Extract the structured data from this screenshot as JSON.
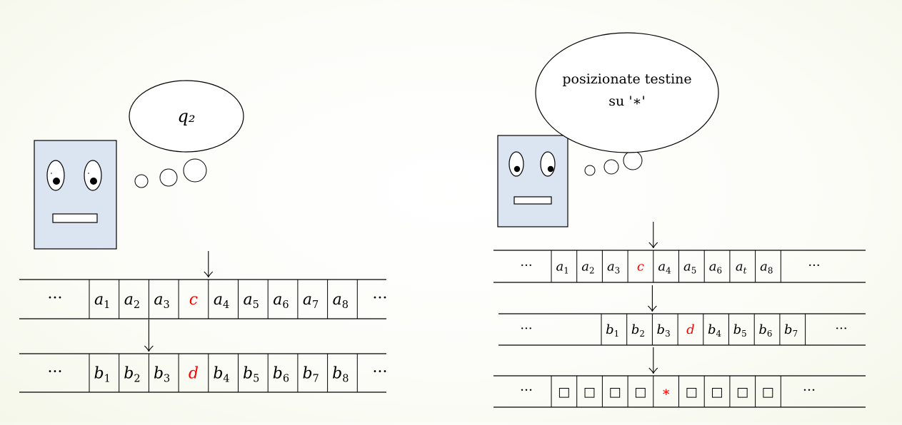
{
  "colors": {
    "background": "#fbfcf6",
    "robot_face": "#dbe5f1",
    "stroke": "#000000",
    "highlight": "#ff0000"
  },
  "left_machine": {
    "thought": "q₂",
    "tape1": {
      "left_ellipsis": "···",
      "right_ellipsis": "···",
      "cells": [
        {
          "base": "a",
          "sub": "1"
        },
        {
          "base": "a",
          "sub": "2"
        },
        {
          "base": "a",
          "sub": "3"
        },
        {
          "base": "c",
          "sub": "",
          "highlight": true
        },
        {
          "base": "a",
          "sub": "4"
        },
        {
          "base": "a",
          "sub": "5"
        },
        {
          "base": "a",
          "sub": "6"
        },
        {
          "base": "a",
          "sub": "7"
        },
        {
          "base": "a",
          "sub": "8"
        }
      ],
      "head_cell": 4
    },
    "tape2": {
      "left_ellipsis": "···",
      "right_ellipsis": "···",
      "cells": [
        {
          "base": "b",
          "sub": "1"
        },
        {
          "base": "b",
          "sub": "2"
        },
        {
          "base": "b",
          "sub": "3"
        },
        {
          "base": "d",
          "sub": "",
          "highlight": true
        },
        {
          "base": "b",
          "sub": "4"
        },
        {
          "base": "b",
          "sub": "5"
        },
        {
          "base": "b",
          "sub": "6"
        },
        {
          "base": "b",
          "sub": "7"
        },
        {
          "base": "b",
          "sub": "8"
        }
      ],
      "head_cell": 2
    }
  },
  "right_machine": {
    "thought_lines": [
      "posizionate testine",
      "su '∗'"
    ],
    "tape1": {
      "left_ellipsis": "···",
      "right_ellipsis": "···",
      "cells": [
        {
          "base": "a",
          "sub": "1"
        },
        {
          "base": "a",
          "sub": "2"
        },
        {
          "base": "a",
          "sub": "3"
        },
        {
          "base": "c",
          "sub": "",
          "highlight": true
        },
        {
          "base": "a",
          "sub": "4"
        },
        {
          "base": "a",
          "sub": "5"
        },
        {
          "base": "a",
          "sub": "6"
        },
        {
          "base": "a",
          "sub": "t"
        },
        {
          "base": "a",
          "sub": "8"
        }
      ],
      "head_cell": 4
    },
    "tape2": {
      "left_ellipsis": "···",
      "right_ellipsis": "···",
      "cells": [
        {
          "base": "b",
          "sub": "1"
        },
        {
          "base": "b",
          "sub": "2"
        },
        {
          "base": "b",
          "sub": "3"
        },
        {
          "base": "d",
          "sub": "",
          "highlight": true
        },
        {
          "base": "b",
          "sub": "4"
        },
        {
          "base": "b",
          "sub": "5"
        },
        {
          "base": "b",
          "sub": "6"
        },
        {
          "base": "b",
          "sub": "7"
        }
      ],
      "head_cell": 2
    },
    "tape3": {
      "left_ellipsis": "···",
      "right_ellipsis": "···",
      "cells": [
        {
          "base": "□",
          "sub": ""
        },
        {
          "base": "□",
          "sub": ""
        },
        {
          "base": "□",
          "sub": ""
        },
        {
          "base": "□",
          "sub": ""
        },
        {
          "base": "∗",
          "sub": "",
          "highlight": true
        },
        {
          "base": "□",
          "sub": ""
        },
        {
          "base": "□",
          "sub": ""
        },
        {
          "base": "□",
          "sub": ""
        },
        {
          "base": "□",
          "sub": ""
        }
      ],
      "head_cell": 4
    }
  }
}
